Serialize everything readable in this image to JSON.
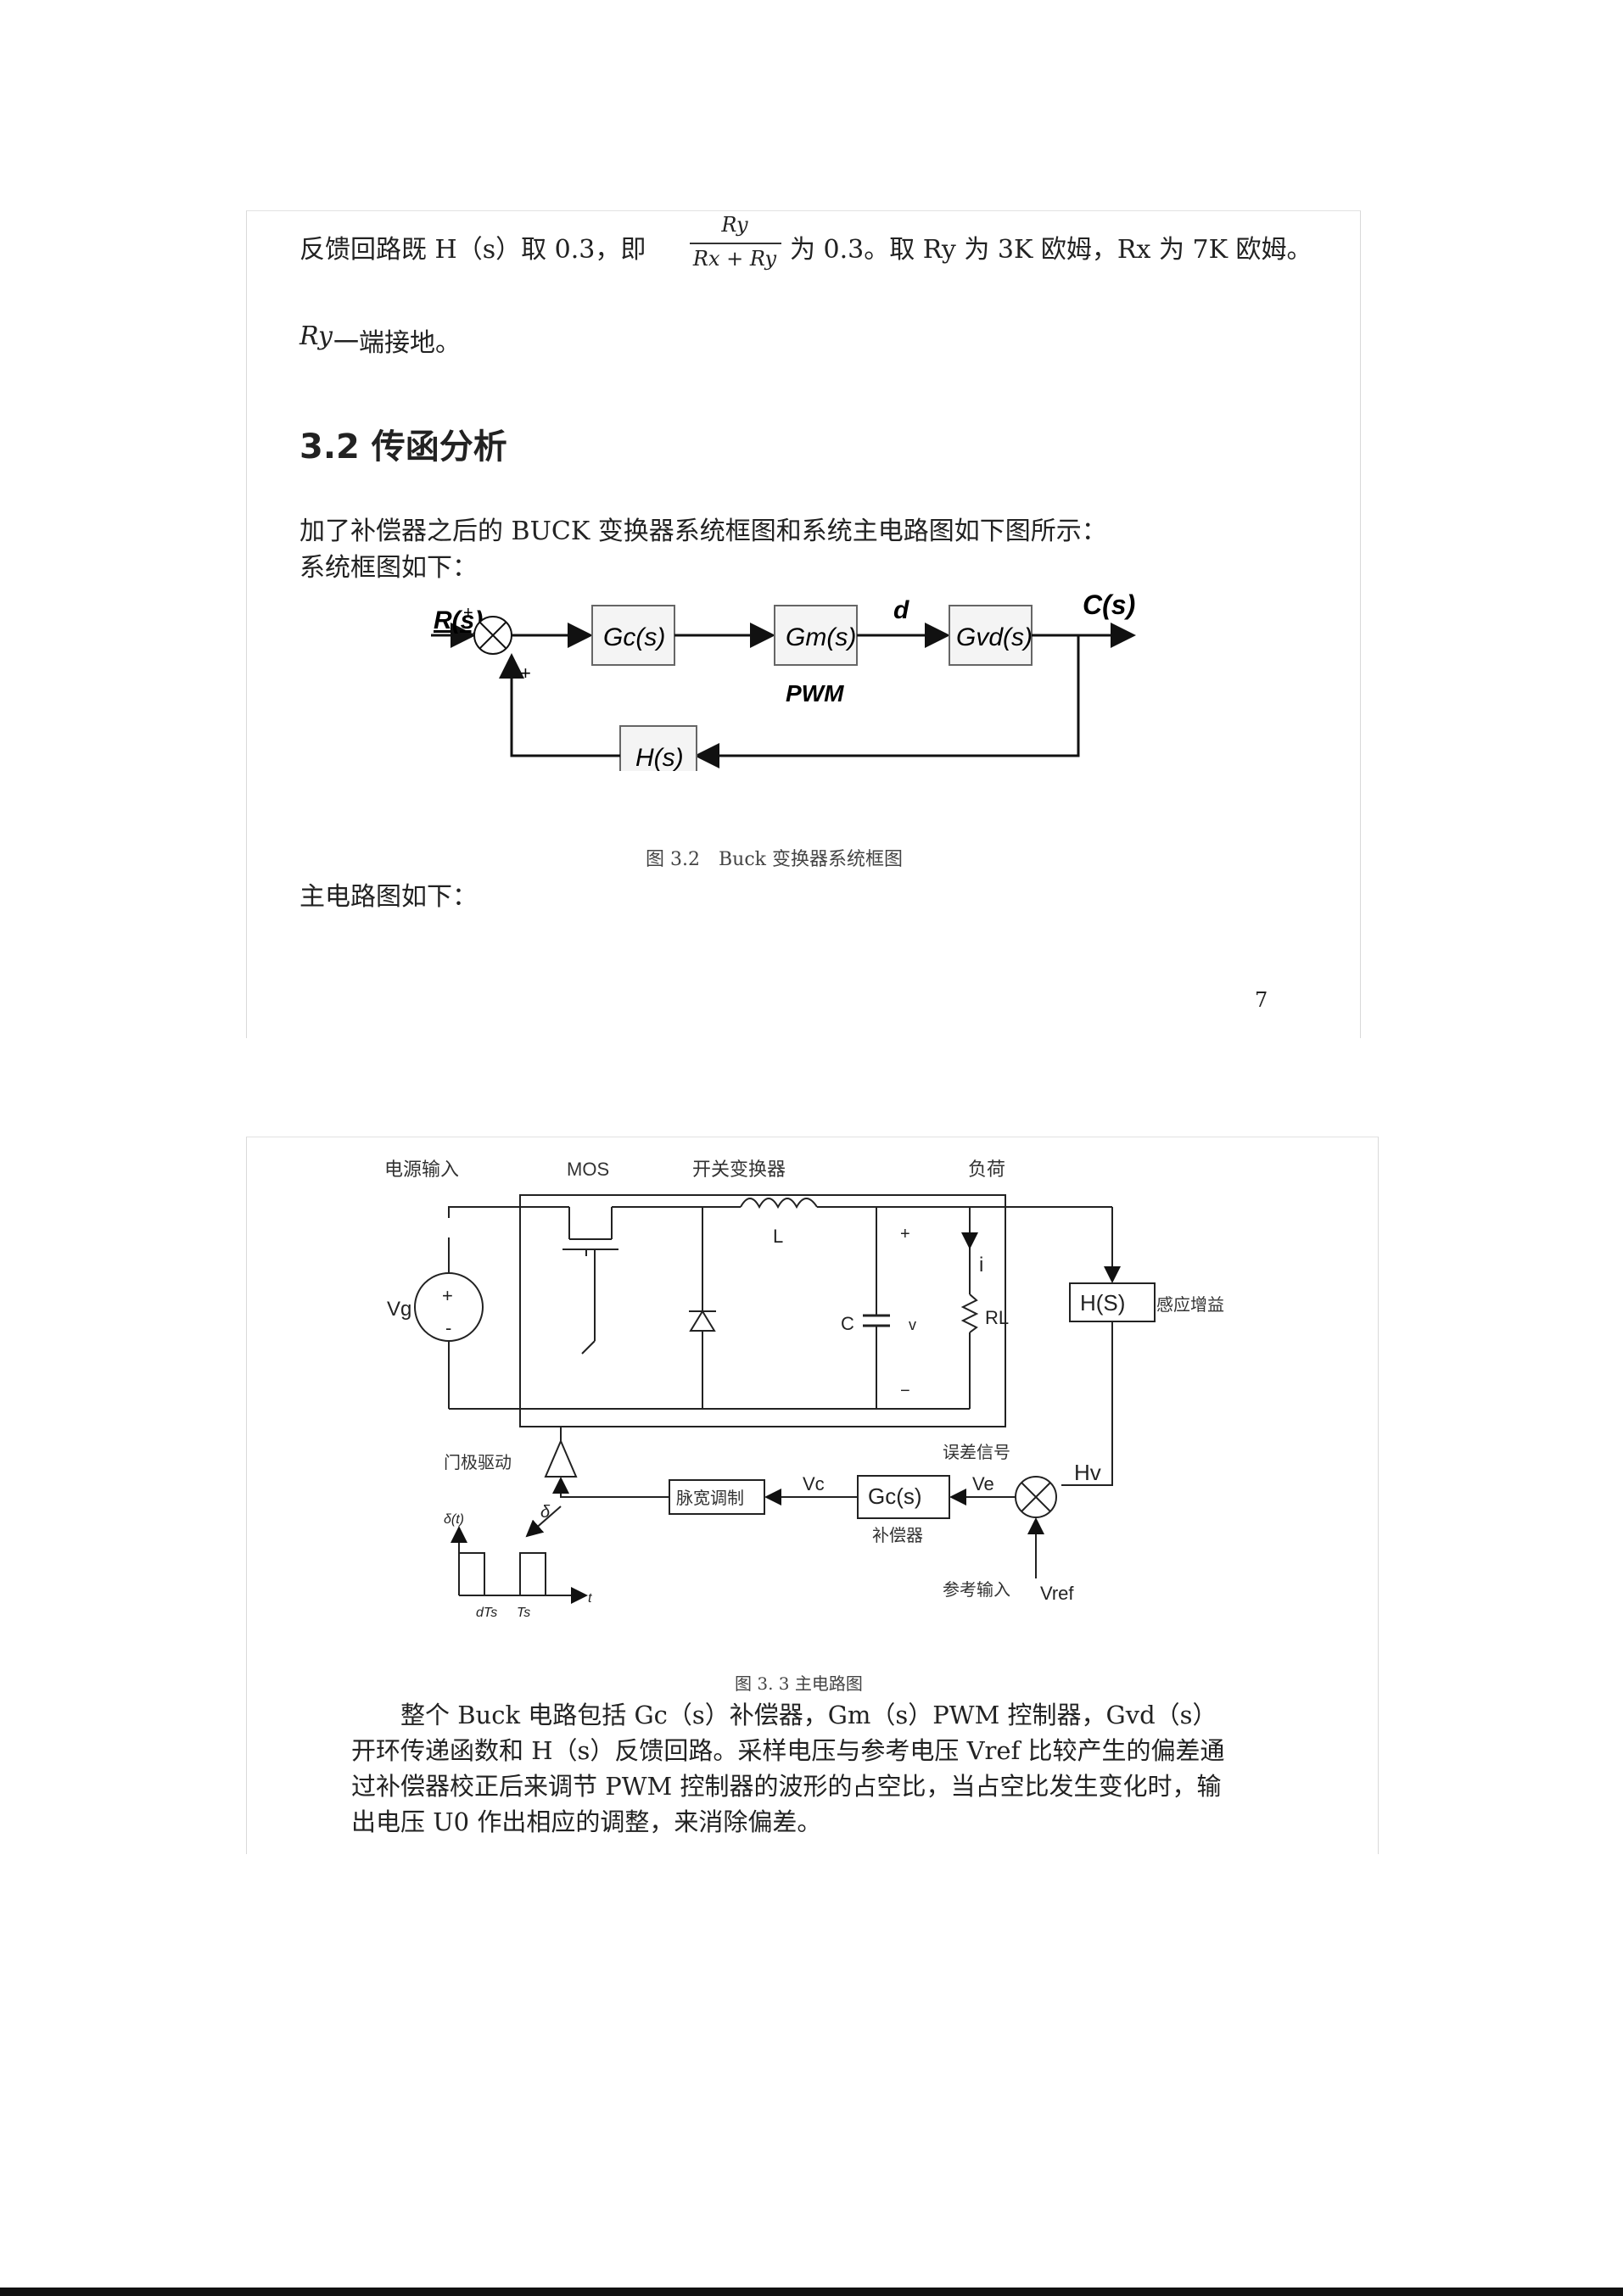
{
  "page1": {
    "line1_prefix": "反馈回路既 H（s）取 0.3，即",
    "frac_num": "Ry",
    "frac_den": "Rx + Ry",
    "line1_suffix": "为 0.3。取 Ry 为 3K 欧姆，Rx 为 7K 欧姆。",
    "line2_var": "Ry",
    "line2_text": "一端接地。",
    "heading": "3.2 传函分析",
    "intro": "加了补偿器之后的 BUCK 变换器系统框图和系统主电路图如下图所示：",
    "diagram_intro": "系统框图如下：",
    "block_diagram": {
      "input": "R(s)",
      "plus_top": "+",
      "plus_bottom": "+",
      "gc": "Gc(s)",
      "gm": "Gm(s)",
      "signal_d": "d",
      "gvd": "Gvd(s)",
      "output": "C(s)",
      "pwm": "PWM",
      "h": "H(s)"
    },
    "caption": "图 3.2　Buck 变换器系统框图",
    "main_circuit_intro": "主电路图如下：",
    "page_number": "7"
  },
  "page2": {
    "circuit": {
      "power_input": "电源输入",
      "mos": "MOS",
      "switch_converter": "开关变换器",
      "load": "负荷",
      "vg": "Vg",
      "plus": "+",
      "minus": "-",
      "inductor": "L",
      "current": "i",
      "capacitor": "C",
      "voltage": "v",
      "cap_plus": "+",
      "cap_minus": "−",
      "resistor": "RL",
      "hs": "H(S)",
      "sensor_gain": "感应增益",
      "gate_drive": "门极驱动",
      "delta": "δ",
      "pwm_block": "脉宽调制",
      "vc": "Vc",
      "gcs": "Gc(s)",
      "ve": "Ve",
      "compensator": "补偿器",
      "error_signal": "误差信号",
      "hv": "Hv",
      "ref_input": "参考输入",
      "vref": "Vref",
      "delta_t": "δ(t)",
      "dts": "dTs",
      "ts": "Ts",
      "t": "t"
    },
    "caption": "图 3. 3 主电路图",
    "paragraph": "整个 Buck 电路包括 Gc（s）补偿器，Gm（s）PWM 控制器，Gvd（s）开环传递函数和 H（s）反馈回路。采样电压与参考电压 Vref 比较产生的偏差通过补偿器校正后来调节 PWM 控制器的波形的占空比，当占空比发生变化时，输出电压 U0 作出相应的调整，来消除偏差。"
  }
}
